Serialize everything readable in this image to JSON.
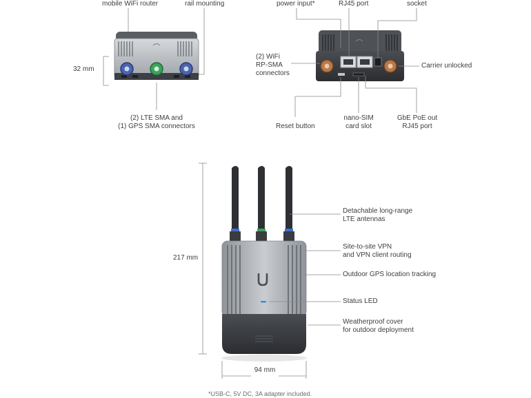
{
  "top_left": {
    "labels": {
      "mobile_wifi_router": "mobile WiFi router",
      "rail_mounting": "rail mounting",
      "height": "32 mm",
      "lte_gps_line1": "(2) LTE SMA and",
      "lte_gps_line2": "(1) GPS SMA connectors"
    }
  },
  "top_right": {
    "labels": {
      "power_input": "power input*",
      "rj45_port": "RJ45 port",
      "socket": "socket",
      "wifi_line1": "(2) WiFi",
      "wifi_line2": "RP-SMA",
      "wifi_line3": "connectors",
      "carrier_unlocked": "Carrier unlocked",
      "reset_button": "Reset button",
      "nano_sim_line1": "nano-SIM",
      "nano_sim_line2": "card slot",
      "gbe_line1": "GbE PoE out",
      "gbe_line2": "RJ45 port"
    }
  },
  "main_device": {
    "labels": {
      "antennas_line1": "Detachable long-range",
      "antennas_line2": "LTE antennas",
      "vpn_line1": "Site-to-site VPN",
      "vpn_line2": "and VPN client routing",
      "gps": "Outdoor GPS location tracking",
      "status_led": "Status LED",
      "cover_line1": "Weatherproof cover",
      "cover_line2": "for outdoor deployment",
      "height": "217 mm",
      "width": "94 mm"
    }
  },
  "footnote": "*USB-C, 5V DC, 3A adapter included.",
  "colors": {
    "body_silver": "#b8bcc1",
    "body_dark": "#3c3f44",
    "antenna": "#2e3034",
    "led_blue": "#3d8bd9",
    "connector_green": "#3aa35a",
    "connector_blue": "#4a64b0",
    "copper": "#b87a4a",
    "leader_line": "#8a8a8a"
  }
}
